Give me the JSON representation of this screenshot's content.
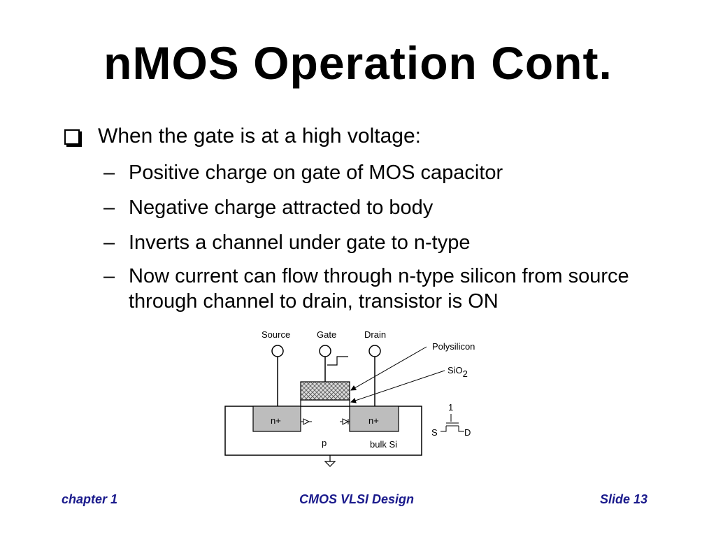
{
  "slide": {
    "title": "nMOS Operation Cont.",
    "main_bullet": "When the gate is at a high voltage:",
    "sub_bullets": [
      {
        "dash": "–",
        "text": "Positive charge on gate of MOS capacitor"
      },
      {
        "dash": "–",
        "text": "Negative charge attracted to body"
      },
      {
        "dash": "–",
        "text": "Inverts a channel under gate to n-type"
      },
      {
        "dash": "–",
        "text": "Now current can flow through n-type silicon from source through channel to drain, transistor is ON"
      }
    ]
  },
  "diagram": {
    "terminals": {
      "source": "Source",
      "gate": "Gate",
      "drain": "Drain"
    },
    "callouts": {
      "polysilicon": "Polysilicon",
      "sio2_base": "SiO",
      "sio2_sub": "2"
    },
    "regions": {
      "n_left": "n+",
      "n_right": "n+",
      "p": "p",
      "bulk": "bulk Si"
    },
    "symbol": {
      "gate_value": "1",
      "s": "S",
      "d": "D"
    }
  },
  "footer": {
    "left": "chapter 1",
    "center": "CMOS VLSI Design",
    "right": "Slide 13",
    "color": "#1a1a8c"
  }
}
